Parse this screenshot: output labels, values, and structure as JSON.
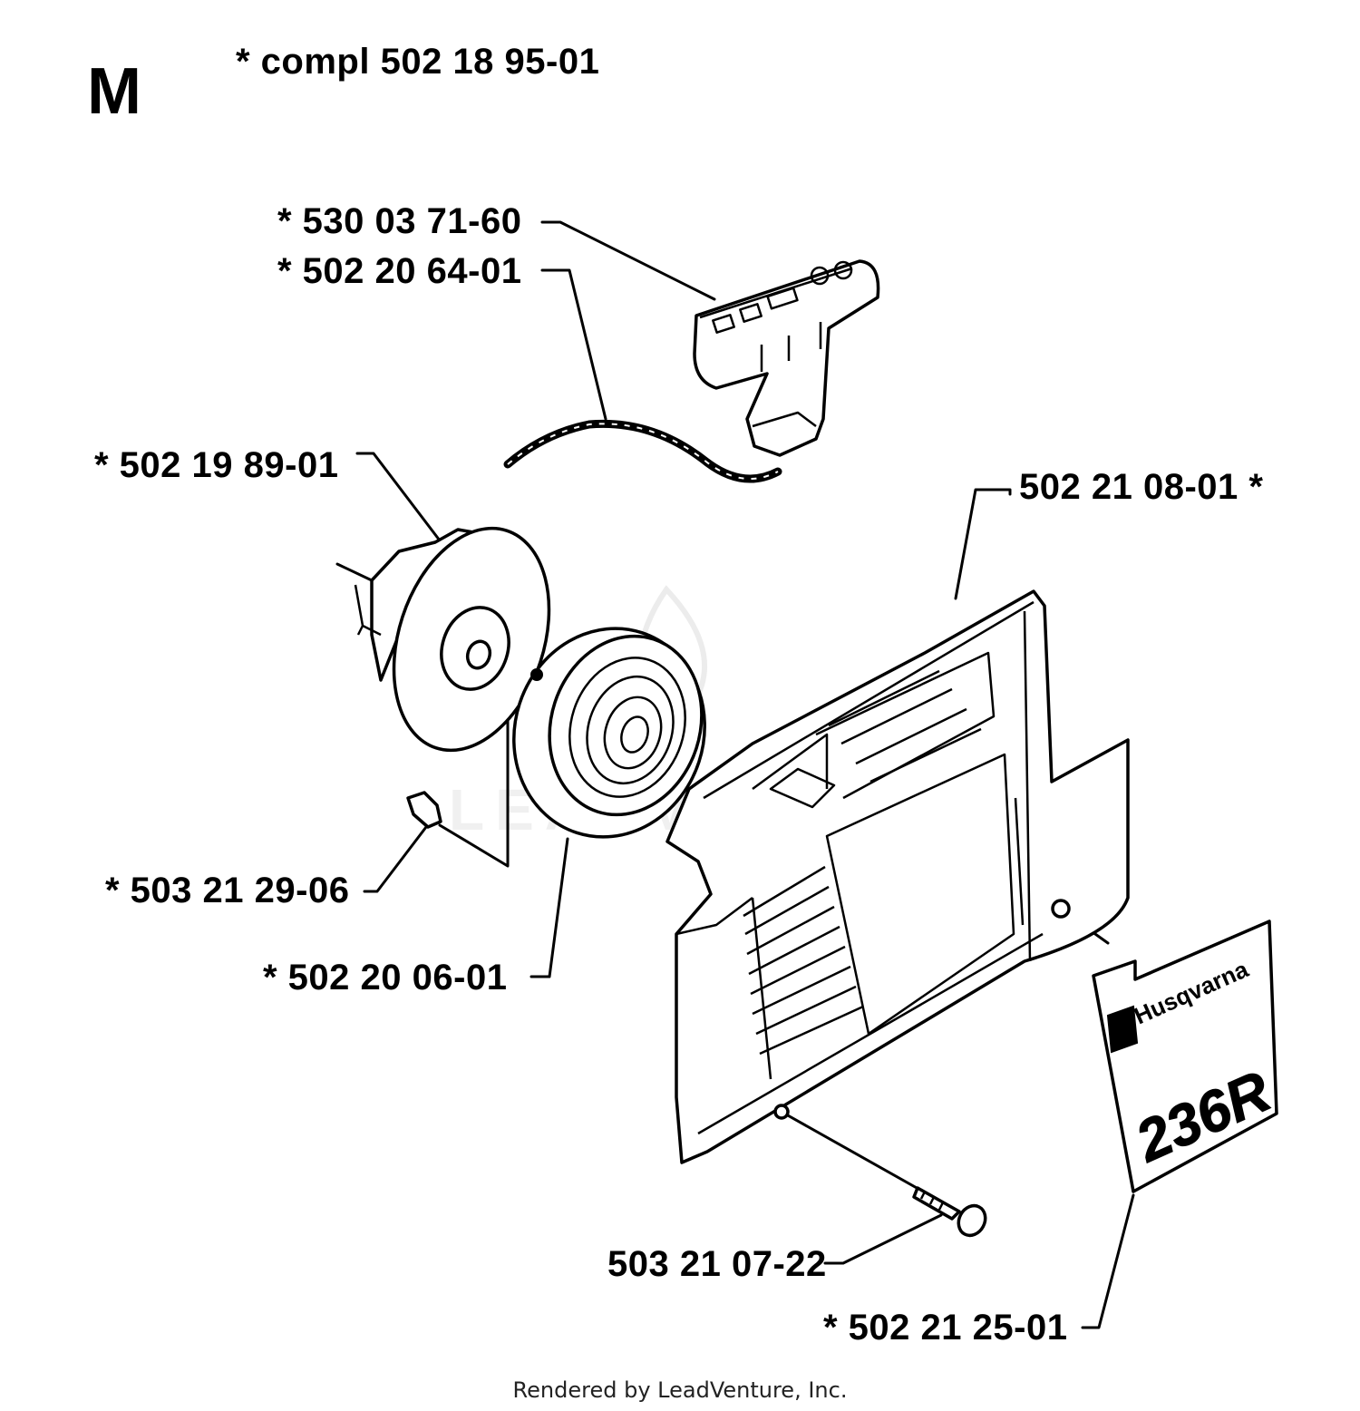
{
  "section_letter": "M",
  "header_label": "* compl 502 18 95-01",
  "callouts": {
    "handle_part": "*  530 03 71-60",
    "cord_part": "*  502 20 64-01",
    "pulley_part": "*  502 19 89-01",
    "cover_part": "502 21 08-01  *",
    "nut_part": "*  503 21 29-06",
    "spring_part": "*  502 20 06-01",
    "screw_part": "503 21 07-22",
    "decal_part": "*  502 21 25-01"
  },
  "decal": {
    "brand": "Husqvarna",
    "model": "236R"
  },
  "footer": "Rendered by LeadVenture, Inc."
}
